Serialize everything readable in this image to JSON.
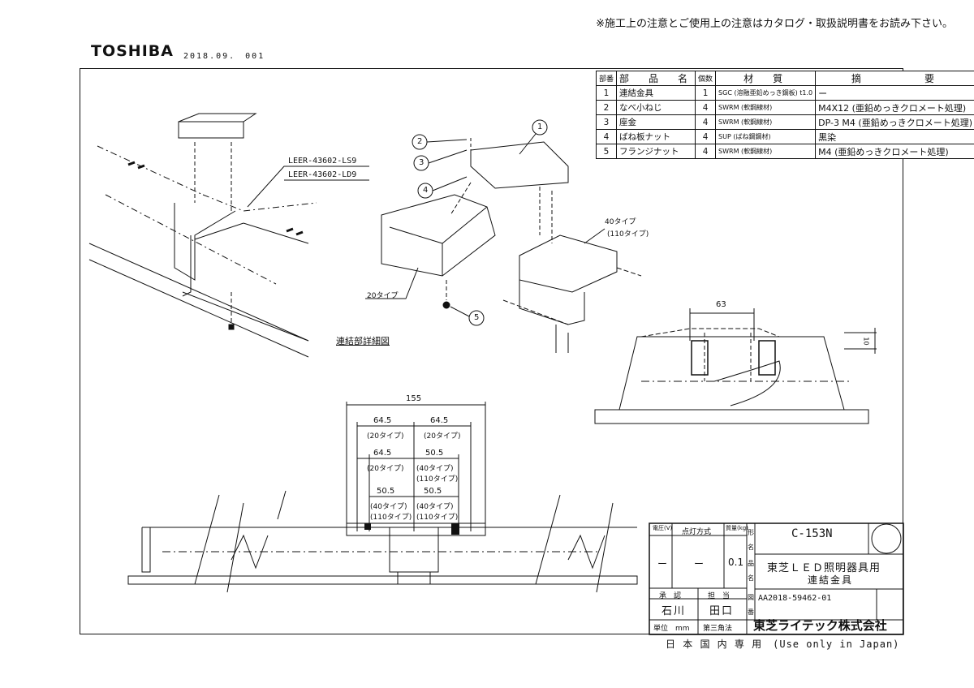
{
  "header": {
    "notice": "※施工上の注意とご使用上の注意はカタログ・取扱説明書をお読み下さい。",
    "brand": "TOSHIBA",
    "doc_date": "2018.09.　001"
  },
  "parts_table": {
    "headers": [
      "部番",
      "部　品　名",
      "個数",
      "材　質",
      "摘　　　　要"
    ],
    "rows": [
      {
        "no": "1",
        "name": "連結金具",
        "qty": "1",
        "material": "SGC (溶融亜鉛めっき鋼板) t1.0",
        "note": "ー"
      },
      {
        "no": "2",
        "name": "なべ小ねじ",
        "qty": "4",
        "material": "SWRM (軟鋼線材)",
        "note": "M4X12 (亜鉛めっきクロメート処理)"
      },
      {
        "no": "3",
        "name": "座金",
        "qty": "4",
        "material": "SWRM (軟鋼線材)",
        "note": "DP-3 M4 (亜鉛めっきクロメート処理)"
      },
      {
        "no": "4",
        "name": "ばね板ナット",
        "qty": "4",
        "material": "SUP (ばね鋼鋼材)",
        "note": "黒染"
      },
      {
        "no": "5",
        "name": "フランジナット",
        "qty": "4",
        "material": "SWRM (軟鋼線材)",
        "note": "M4 (亜鉛めっきクロメート処理)"
      }
    ]
  },
  "drawing": {
    "model_labels": [
      "LEER-43602-LS9",
      "LEER-43602-LD9"
    ],
    "detail_caption": "連結部詳細図",
    "balloons": [
      "1",
      "2",
      "3",
      "4",
      "5"
    ],
    "type_20": "20タイプ",
    "type_40": "40タイプ",
    "type_110": "(110タイプ)",
    "dim_63": "63",
    "dim_10": "10",
    "dim_155": "155",
    "dim_64_5": "64.5",
    "dim_50_5": "50.5",
    "type_20_paren": "(20タイプ)",
    "type_40_paren": "(40タイプ)"
  },
  "title_block": {
    "voltage_label": "電圧(V)",
    "lighting_label": "点灯方式",
    "mass_label": "質量(kg)",
    "voltage": "ー",
    "lighting": "ー",
    "mass": "0.1",
    "form_label": "形名",
    "model": "C-153N",
    "product_label": "品名",
    "product_line1": "東芝ＬＥＤ照明器具用",
    "product_line2": "連結金具",
    "drawing_no_label": "図番",
    "drawing_no": "AA2018-59462-01",
    "approve_label": "承　認",
    "charge_label": "担　当",
    "approver": "石川",
    "person": "田口",
    "unit": "単位　mm",
    "projection": "第三角法",
    "company": "東芝ライテック株式会社"
  },
  "footer": {
    "domestic_use": "日 本 国 内 専 用　(Use only in Japan)"
  }
}
